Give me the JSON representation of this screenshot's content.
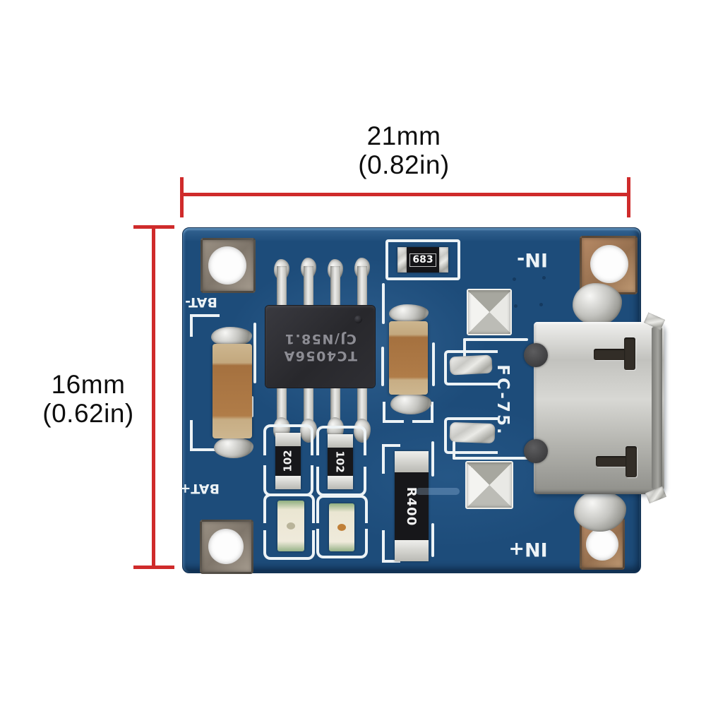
{
  "annotations": {
    "width_label": "21mm",
    "width_inches": "(0.82in)",
    "height_label": "16mm",
    "height_inches": "(0.62in)"
  },
  "pcb": {
    "silkscreen": {
      "bat_minus": "BAT-",
      "bat_plus": "BAT+",
      "in_minus": "IN-",
      "in_plus": "IN+",
      "board_id": "FC-75."
    },
    "ic": {
      "line1": "TC4056A",
      "line2": "CJ/N58.1"
    },
    "smd_labels": {
      "r683": "683",
      "r102_left": "102",
      "r102_right": "102",
      "r400": "R400"
    }
  },
  "colors": {
    "dimension_red": "#cf2b2b",
    "board_blue": "#1d4c7a",
    "silkscreen_white": "#edf3f6"
  }
}
